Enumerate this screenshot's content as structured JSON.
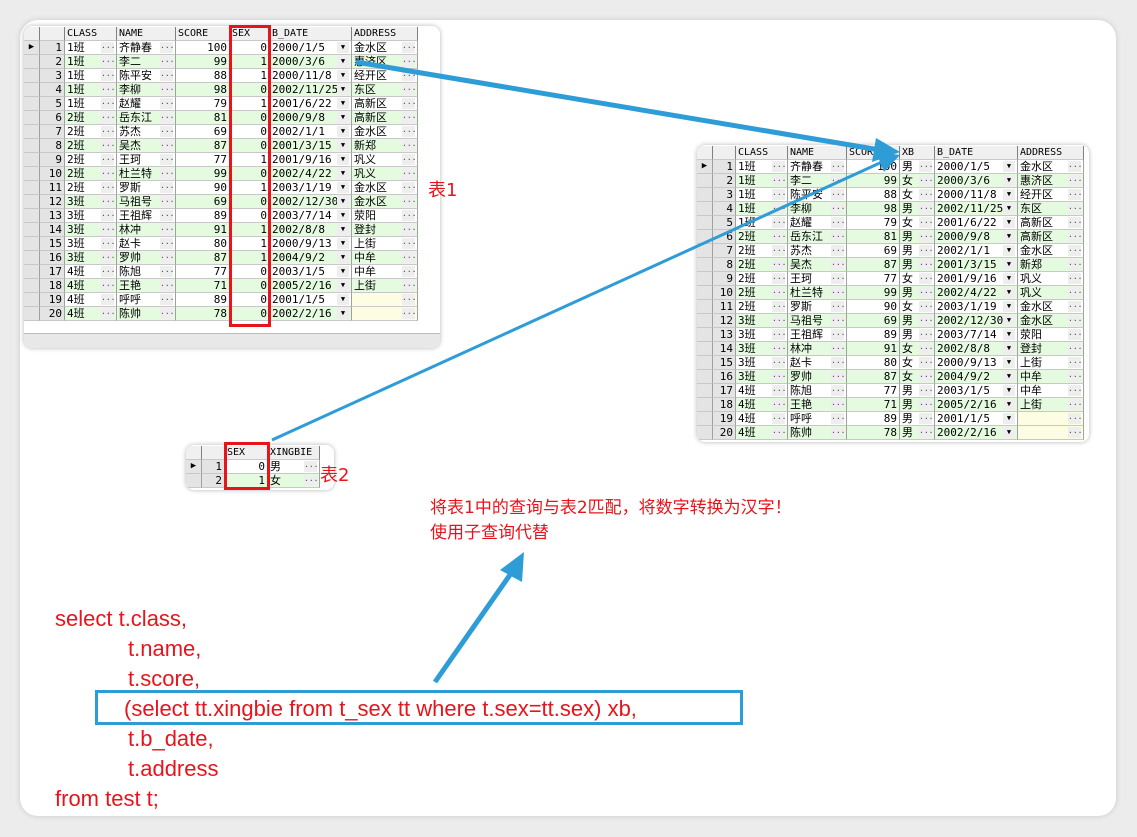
{
  "table1": {
    "label": "表1",
    "columns": [
      "CLASS",
      "NAME",
      "SCORE",
      "SEX",
      "B_DATE",
      "ADDRESS"
    ],
    "rows": [
      [
        "1班",
        "齐静春",
        "100",
        "0",
        "2000/1/5",
        "金水区"
      ],
      [
        "1班",
        "李二",
        "99",
        "1",
        "2000/3/6",
        "惠济区"
      ],
      [
        "1班",
        "陈平安",
        "88",
        "1",
        "2000/11/8",
        "经开区"
      ],
      [
        "1班",
        "李柳",
        "98",
        "0",
        "2002/11/25",
        "东区"
      ],
      [
        "1班",
        "赵耀",
        "79",
        "1",
        "2001/6/22",
        "高新区"
      ],
      [
        "2班",
        "岳东江",
        "81",
        "0",
        "2000/9/8",
        "高新区"
      ],
      [
        "2班",
        "苏杰",
        "69",
        "0",
        "2002/1/1",
        "金水区"
      ],
      [
        "2班",
        "吴杰",
        "87",
        "0",
        "2001/3/15",
        "新郑"
      ],
      [
        "2班",
        "王珂",
        "77",
        "1",
        "2001/9/16",
        "巩义"
      ],
      [
        "2班",
        "杜兰特",
        "99",
        "0",
        "2002/4/22",
        "巩义"
      ],
      [
        "2班",
        "罗斯",
        "90",
        "1",
        "2003/1/19",
        "金水区"
      ],
      [
        "3班",
        "马祖号",
        "69",
        "0",
        "2002/12/30",
        "金水区"
      ],
      [
        "3班",
        "王祖辉",
        "89",
        "0",
        "2003/7/14",
        "荥阳"
      ],
      [
        "3班",
        "林冲",
        "91",
        "1",
        "2002/8/8",
        "登封"
      ],
      [
        "3班",
        "赵卡",
        "80",
        "1",
        "2000/9/13",
        "上街"
      ],
      [
        "3班",
        "罗帅",
        "87",
        "1",
        "2004/9/2",
        "中牟"
      ],
      [
        "4班",
        "陈旭",
        "77",
        "0",
        "2003/1/5",
        "中牟"
      ],
      [
        "4班",
        "王艳",
        "71",
        "0",
        "2005/2/16",
        "上街"
      ],
      [
        "4班",
        "呼呼",
        "89",
        "0",
        "2001/1/5",
        ""
      ],
      [
        "4班",
        "陈帅",
        "78",
        "0",
        "2002/2/16",
        ""
      ]
    ]
  },
  "table2": {
    "label": "表2",
    "columns": [
      "SEX",
      "XINGBIE"
    ],
    "rows": [
      [
        "0",
        "男"
      ],
      [
        "1",
        "女"
      ]
    ]
  },
  "result": {
    "columns": [
      "CLASS",
      "NAME",
      "SCORE",
      "XB",
      "B_DATE",
      "ADDRESS"
    ],
    "rows": [
      [
        "1班",
        "齐静春",
        "100",
        "男",
        "2000/1/5",
        "金水区"
      ],
      [
        "1班",
        "李二",
        "99",
        "女",
        "2000/3/6",
        "惠济区"
      ],
      [
        "1班",
        "陈平安",
        "88",
        "女",
        "2000/11/8",
        "经开区"
      ],
      [
        "1班",
        "李柳",
        "98",
        "男",
        "2002/11/25",
        "东区"
      ],
      [
        "1班",
        "赵耀",
        "79",
        "女",
        "2001/6/22",
        "高新区"
      ],
      [
        "2班",
        "岳东江",
        "81",
        "男",
        "2000/9/8",
        "高新区"
      ],
      [
        "2班",
        "苏杰",
        "69",
        "男",
        "2002/1/1",
        "金水区"
      ],
      [
        "2班",
        "吴杰",
        "87",
        "男",
        "2001/3/15",
        "新郑"
      ],
      [
        "2班",
        "王珂",
        "77",
        "女",
        "2001/9/16",
        "巩义"
      ],
      [
        "2班",
        "杜兰特",
        "99",
        "男",
        "2002/4/22",
        "巩义"
      ],
      [
        "2班",
        "罗斯",
        "90",
        "女",
        "2003/1/19",
        "金水区"
      ],
      [
        "3班",
        "马祖号",
        "69",
        "男",
        "2002/12/30",
        "金水区"
      ],
      [
        "3班",
        "王祖辉",
        "89",
        "男",
        "2003/7/14",
        "荥阳"
      ],
      [
        "3班",
        "林冲",
        "91",
        "女",
        "2002/8/8",
        "登封"
      ],
      [
        "3班",
        "赵卡",
        "80",
        "女",
        "2000/9/13",
        "上街"
      ],
      [
        "3班",
        "罗帅",
        "87",
        "女",
        "2004/9/2",
        "中牟"
      ],
      [
        "4班",
        "陈旭",
        "77",
        "男",
        "2003/1/5",
        "中牟"
      ],
      [
        "4班",
        "王艳",
        "71",
        "男",
        "2005/2/16",
        "上街"
      ],
      [
        "4班",
        "呼呼",
        "89",
        "男",
        "2001/1/5",
        ""
      ],
      [
        "4班",
        "陈帅",
        "78",
        "男",
        "2002/2/16",
        ""
      ]
    ]
  },
  "note": {
    "line1": "将表1中的查询与表2匹配，将数字转换为汉字！",
    "line2": "使用子查询代替"
  },
  "sql": [
    "select t.class,",
    "t.name,",
    "t.score,",
    "(select tt.xingbie from t_sex tt where t.sex=tt.sex) xb,",
    "t.b_date,",
    "t.address",
    "from test t;"
  ],
  "colors": {
    "highlight_red": "#e8141b",
    "arrow_blue": "#2e9cd6",
    "row_green": "#e4fbe0"
  }
}
